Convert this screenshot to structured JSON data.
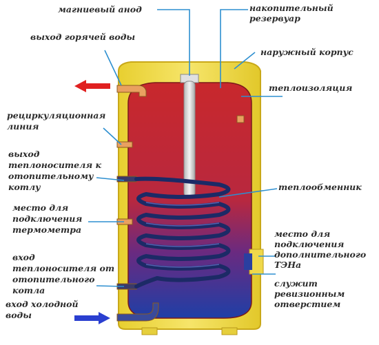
{
  "labels": {
    "anode": [
      "магниевый анод"
    ],
    "tank": [
      "накопительный",
      "резервуар"
    ],
    "hot_out": [
      "выход горячей воды"
    ],
    "outer": [
      "наружный корпус"
    ],
    "insulation": [
      "теплоизоляция"
    ],
    "recirc": [
      "рециркуляционная",
      "линия"
    ],
    "coolant_out": [
      "выход",
      "теплоносителя к",
      "отопительному",
      "котлу"
    ],
    "exchanger": [
      "теплообменник"
    ],
    "thermo": [
      "место для",
      "подключения",
      "термометра"
    ],
    "heater": [
      "место для",
      "подключения",
      "дополнительного",
      "ТЭНа"
    ],
    "coolant_in": [
      "вход",
      "теплоносителя от",
      "отопительного",
      "котла"
    ],
    "service": [
      "служит",
      "ревизионным",
      "отверстием"
    ],
    "cold_in": [
      "вход холодной",
      "воды"
    ]
  },
  "colors": {
    "outer_shell": "#f2df45",
    "tank_top": "#c8282c",
    "tank_bottom": "#1f3fa6",
    "leader": "#2d8fd0",
    "hot_arrow": "#e02020",
    "cold_arrow": "#2a3fd0",
    "coil": "#203070"
  }
}
